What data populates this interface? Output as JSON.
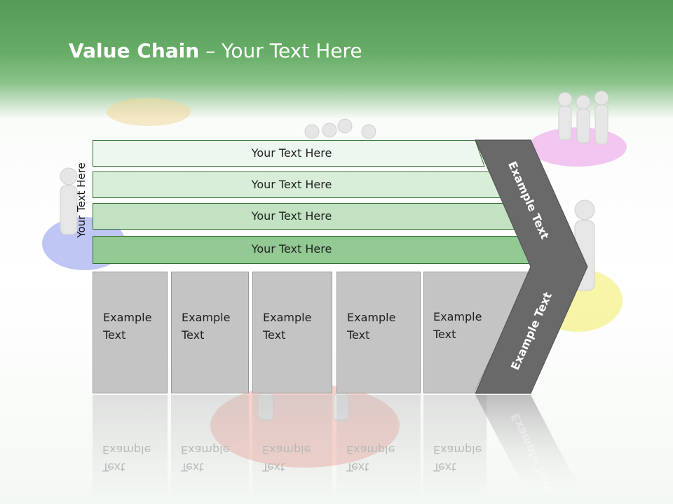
{
  "slide": {
    "title_bold": "Value Chain",
    "title_rest": " – Your Text Here",
    "vertical_label": "Your Text Here",
    "bars": [
      {
        "label": "Your Text Here"
      },
      {
        "label": "Your Text Here"
      },
      {
        "label": "Your Text Here"
      },
      {
        "label": "Your Text Here"
      }
    ],
    "boxes": [
      {
        "line1": "Example",
        "line2": "Text"
      },
      {
        "line1": "Example",
        "line2": "Text"
      },
      {
        "line1": "Example",
        "line2": "Text"
      },
      {
        "line1": "Example",
        "line2": "Text"
      },
      {
        "line1": "Example",
        "line2": "Text"
      }
    ],
    "chevron_top_label": "Example Text",
    "chevron_bottom_label": "Example Text",
    "colors": {
      "header_green": "#5fa65f",
      "chevron_gray": "#6a6a6a",
      "box_gray": "#c4c4c4",
      "bar_fills": [
        "#eaf5ea",
        "#d6ebd6",
        "#c0e0c0",
        "#94c994"
      ]
    }
  }
}
